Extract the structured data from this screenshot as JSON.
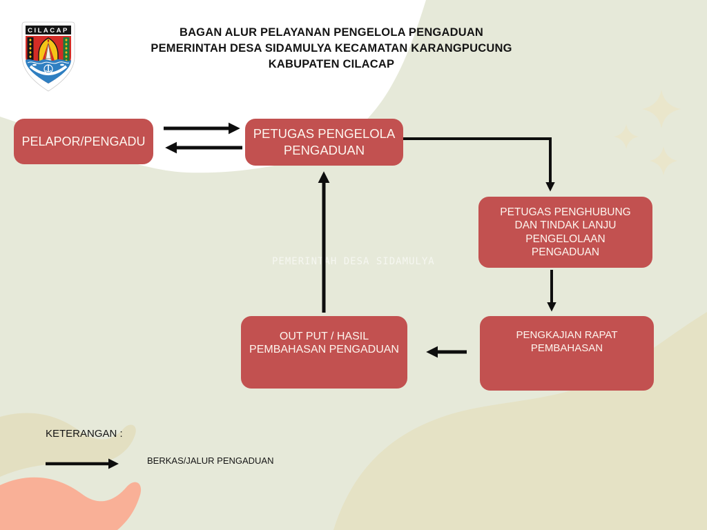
{
  "title": {
    "lines": [
      "BAGAN ALUR PELAYANAN PENGELOLA PENGADUAN",
      "PEMERINTAH DESA SIDAMULYA KECAMATAN KARANGPUCUNG",
      "KABUPATEN CILACAP"
    ]
  },
  "logo": {
    "name": "Lambang Kabupaten Cilacap",
    "banner": "CILACAP"
  },
  "flowchart": {
    "nodes": [
      {
        "id": "pelapor",
        "lines": [
          "PELAPOR/PENGADU"
        ]
      },
      {
        "id": "petugas-pengelola",
        "lines": [
          "PETUGAS PENGELOLA",
          "PENGADUAN"
        ]
      },
      {
        "id": "petugas-penghubung",
        "lines": [
          "PETUGAS PENGHUBUNG",
          "DAN TINDAK LANJU",
          "PENGELOLAAN",
          "PENGADUAN"
        ]
      },
      {
        "id": "pengkajian",
        "lines": [
          "PENGKAJIAN RAPAT",
          "PEMBAHASAN"
        ]
      },
      {
        "id": "output",
        "lines": [
          "OUT PUT / HASIL",
          "PEMBAHASAN PENGADUAN"
        ]
      }
    ],
    "edges": [
      {
        "from": "pelapor",
        "to": "petugas-pengelola"
      },
      {
        "from": "petugas-pengelola",
        "to": "pelapor"
      },
      {
        "from": "petugas-pengelola",
        "to": "petugas-penghubung"
      },
      {
        "from": "petugas-penghubung",
        "to": "pengkajian"
      },
      {
        "from": "pengkajian",
        "to": "output"
      },
      {
        "from": "output",
        "to": "petugas-pengelola"
      }
    ]
  },
  "watermark": {
    "text": "PEMERINTAH DESA SIDAMULYA"
  },
  "legend": {
    "heading": "KETERANGAN :",
    "items": [
      {
        "symbol": "arrow-right",
        "label": "BERKAS/JALUR PENGADUAN"
      }
    ]
  },
  "colors": {
    "node-fill": "#c25150",
    "node-text": "#fdf5ee",
    "bg-sage": "#e6e9d9",
    "bg-white": "#ffffff",
    "cream": "#e5e2c5",
    "sparkle": "#eae6cb",
    "squiggle": "#e3dfc1",
    "peach": "#f9b097",
    "arrow": "#0e0e0e",
    "title-text": "#141414"
  }
}
